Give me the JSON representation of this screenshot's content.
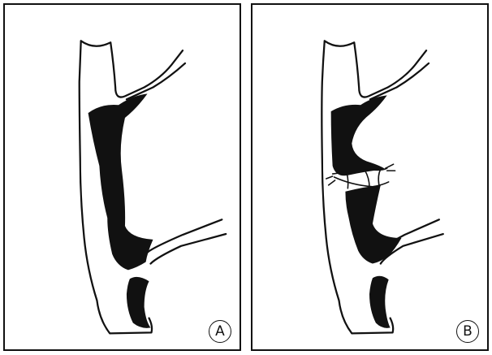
{
  "panels": [
    {
      "id": "A",
      "label": "A"
    },
    {
      "id": "B",
      "label": "B"
    }
  ],
  "colors": {
    "ink": "#111111",
    "background": "#ffffff"
  }
}
